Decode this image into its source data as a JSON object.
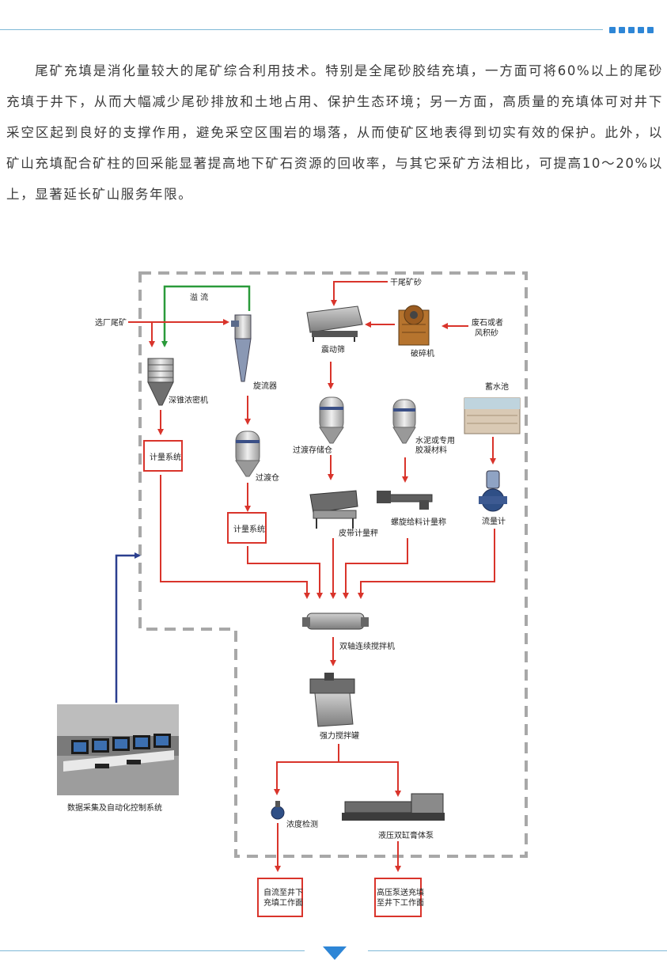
{
  "paragraph": "尾矿充填是消化量较大的尾矿综合利用技术。特别是全尾砂胶结充填，一方面可将60%以上的尾砂充填于井下，从而大幅减少尾砂排放和土地占用、保护生态环境；另一方面，高质量的充填体可对井下采空区起到良好的支撑作用，避免采空区围岩的塌落，从而使矿区地表得到切实有效的保护。此外，以矿山充填配合矿柱的回采能显著提高地下矿石资源的回收率，与其它采矿方法相比，可提高10～20%以上，显著延长矿山服务年限。",
  "diagram": {
    "overflow": "溢 流",
    "mill_tailings": "选厂尾矿",
    "dry_tailings": "干尾矿砂",
    "waste_rock_line1": "废石或者",
    "waste_rock_line2": "风积砂",
    "vibrating_screen": "震动筛",
    "crusher": "破碎机",
    "deep_cone_thickener": "深锥浓密机",
    "hydrocyclone": "旋流器",
    "transition_silo_storage": "过渡存储仓",
    "cement_line1": "水泥或专用",
    "cement_line2": "胶凝材料",
    "reservoir": "蓄水池",
    "metering_system_1": "计量系统",
    "transition_silo": "过渡仓",
    "metering_system_2": "计量系统",
    "belt_scale": "皮带计量秤",
    "screw_feeder": "螺旋给料计量称",
    "flowmeter": "流量计",
    "twin_shaft_mixer": "双轴连续搅拌机",
    "intensive_mixer": "强力搅拌罐",
    "control_system": "数据采集及自动化控制系统",
    "density_detection": "浓度检测",
    "hydraulic_pump": "液压双缸膏体泵",
    "gravity_flow_line1": "自流至井下",
    "gravity_flow_line2": "充填工作面",
    "pump_fill_line1": "高压泵送充填",
    "pump_fill_line2": "至井下工作面"
  },
  "colors": {
    "accent": "#2e86d6",
    "arrow_red": "#d9342b",
    "arrow_green": "#2a9a3a",
    "arrow_blue": "#2b3f8f",
    "dashed_border": "#a8a8a8"
  }
}
